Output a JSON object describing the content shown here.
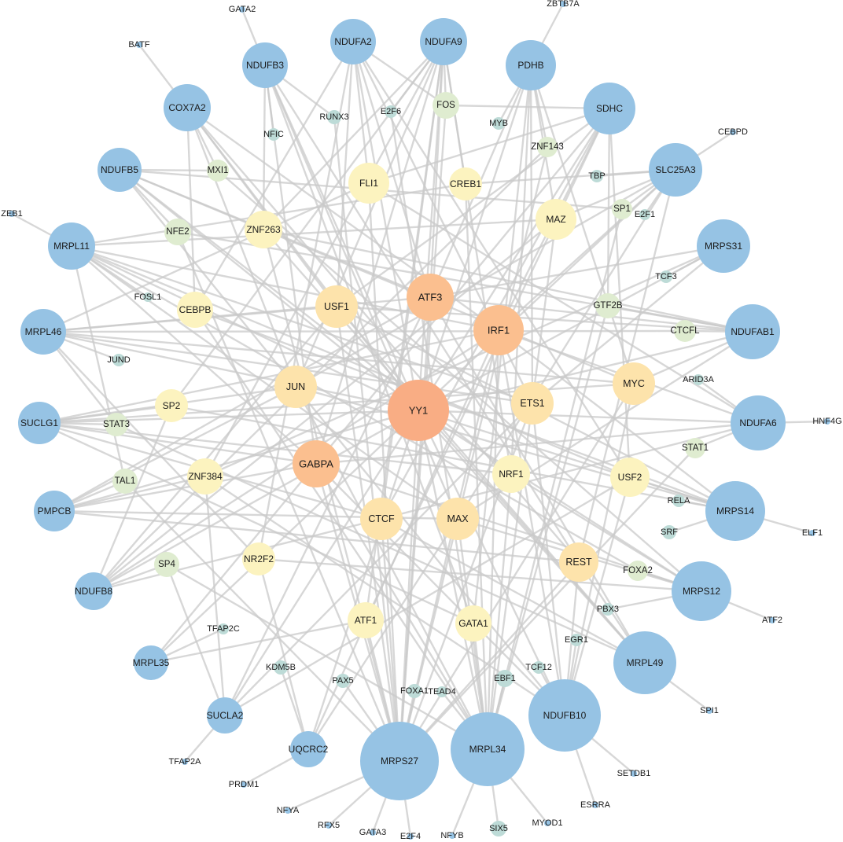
{
  "colors": {
    "background": "#ffffff",
    "edge": "#c9c9c9",
    "node_target": "#96c3e4",
    "node_tf_small": "#bddbd7",
    "node_tf_low": "#dfecd0",
    "node_tf_mid": "#fcf3bf",
    "node_tf_high": "#fde3ab",
    "node_tf_top": "#fbbf8f",
    "node_hub": "#f9ad84"
  },
  "nodes": [
    {
      "id": "YY1",
      "group": "hub"
    },
    {
      "id": "IRF1",
      "group": "tf_top"
    },
    {
      "id": "ATF3",
      "group": "tf_top"
    },
    {
      "id": "GABPA",
      "group": "tf_top"
    },
    {
      "id": "USF1",
      "group": "tf_high"
    },
    {
      "id": "JUN",
      "group": "tf_high"
    },
    {
      "id": "ETS1",
      "group": "tf_high"
    },
    {
      "id": "MAX",
      "group": "tf_high"
    },
    {
      "id": "CTCF",
      "group": "tf_high"
    },
    {
      "id": "MYC",
      "group": "tf_high"
    },
    {
      "id": "REST",
      "group": "tf_high"
    },
    {
      "id": "USF2",
      "group": "tf_mid"
    },
    {
      "id": "NRF1",
      "group": "tf_mid"
    },
    {
      "id": "FLI1",
      "group": "tf_mid"
    },
    {
      "id": "MAZ",
      "group": "tf_mid"
    },
    {
      "id": "ZNF263",
      "group": "tf_mid"
    },
    {
      "id": "CEBPB",
      "group": "tf_mid"
    },
    {
      "id": "ZNF384",
      "group": "tf_mid"
    },
    {
      "id": "ATF1",
      "group": "tf_mid"
    },
    {
      "id": "GATA1",
      "group": "tf_mid"
    },
    {
      "id": "NR2F2",
      "group": "tf_mid"
    },
    {
      "id": "SP2",
      "group": "tf_mid"
    },
    {
      "id": "CREB1",
      "group": "tf_mid"
    },
    {
      "id": "FOS",
      "group": "tf_low"
    },
    {
      "id": "NFE2",
      "group": "tf_low"
    },
    {
      "id": "SP4",
      "group": "tf_low"
    },
    {
      "id": "TAL1",
      "group": "tf_low"
    },
    {
      "id": "GTF2B",
      "group": "tf_low"
    },
    {
      "id": "STAT3",
      "group": "tf_low"
    },
    {
      "id": "MXI1",
      "group": "tf_low"
    },
    {
      "id": "SP1",
      "group": "tf_low"
    },
    {
      "id": "ZNF143",
      "group": "tf_low"
    },
    {
      "id": "CTCFL",
      "group": "tf_low"
    },
    {
      "id": "FOXA2",
      "group": "tf_low"
    },
    {
      "id": "STAT1",
      "group": "tf_low"
    },
    {
      "id": "RUNX3",
      "group": "tf_small"
    },
    {
      "id": "E2F6",
      "group": "tf_small"
    },
    {
      "id": "NFIC",
      "group": "tf_small"
    },
    {
      "id": "MYB",
      "group": "tf_small"
    },
    {
      "id": "TBP",
      "group": "tf_small"
    },
    {
      "id": "E2F1",
      "group": "tf_small"
    },
    {
      "id": "TCF3",
      "group": "tf_small"
    },
    {
      "id": "JUND",
      "group": "tf_small"
    },
    {
      "id": "FOSL1",
      "group": "tf_small"
    },
    {
      "id": "ARID3A",
      "group": "tf_small"
    },
    {
      "id": "RELA",
      "group": "tf_small"
    },
    {
      "id": "SRF",
      "group": "tf_small"
    },
    {
      "id": "PBX3",
      "group": "tf_small"
    },
    {
      "id": "EGR1",
      "group": "tf_small"
    },
    {
      "id": "TCF12",
      "group": "tf_small"
    },
    {
      "id": "EBF1",
      "group": "tf_small"
    },
    {
      "id": "TEAD4",
      "group": "tf_small"
    },
    {
      "id": "FOXA1",
      "group": "tf_small"
    },
    {
      "id": "PAX5",
      "group": "tf_small"
    },
    {
      "id": "KDM5B",
      "group": "tf_small"
    },
    {
      "id": "TFAP2C",
      "group": "tf_small"
    },
    {
      "id": "SIX5",
      "group": "tf_small"
    },
    {
      "id": "GATA2",
      "group": "tf_tiny"
    },
    {
      "id": "BATF",
      "group": "tf_tiny"
    },
    {
      "id": "ZBTB7A",
      "group": "tf_tiny"
    },
    {
      "id": "CEBPD",
      "group": "tf_tiny"
    },
    {
      "id": "ZEB1",
      "group": "tf_tiny"
    },
    {
      "id": "HNF4G",
      "group": "tf_tiny"
    },
    {
      "id": "ELF1",
      "group": "tf_tiny"
    },
    {
      "id": "ATF2",
      "group": "tf_tiny"
    },
    {
      "id": "SPI1",
      "group": "tf_tiny"
    },
    {
      "id": "SETDB1",
      "group": "tf_tiny"
    },
    {
      "id": "ESRRA",
      "group": "tf_tiny"
    },
    {
      "id": "MYOD1",
      "group": "tf_tiny"
    },
    {
      "id": "NFYB",
      "group": "tf_tiny"
    },
    {
      "id": "E2F4",
      "group": "tf_tiny"
    },
    {
      "id": "GATA3",
      "group": "tf_tiny"
    },
    {
      "id": "RFX5",
      "group": "tf_tiny"
    },
    {
      "id": "NFYA",
      "group": "tf_tiny"
    },
    {
      "id": "PRDM1",
      "group": "tf_tiny"
    },
    {
      "id": "TFAP2A",
      "group": "tf_tiny"
    },
    {
      "id": "NDUFB3",
      "group": "target"
    },
    {
      "id": "NDUFA2",
      "group": "target"
    },
    {
      "id": "NDUFA9",
      "group": "target"
    },
    {
      "id": "PDHB",
      "group": "target"
    },
    {
      "id": "SDHC",
      "group": "target"
    },
    {
      "id": "COX7A2",
      "group": "target"
    },
    {
      "id": "SLC25A3",
      "group": "target"
    },
    {
      "id": "NDUFB5",
      "group": "target"
    },
    {
      "id": "MRPS31",
      "group": "target"
    },
    {
      "id": "MRPL11",
      "group": "target"
    },
    {
      "id": "NDUFAB1",
      "group": "target"
    },
    {
      "id": "MRPL46",
      "group": "target"
    },
    {
      "id": "NDUFA6",
      "group": "target"
    },
    {
      "id": "SUCLG1",
      "group": "target"
    },
    {
      "id": "MRPS14",
      "group": "target"
    },
    {
      "id": "PMPCB",
      "group": "target"
    },
    {
      "id": "MRPS12",
      "group": "target"
    },
    {
      "id": "NDUFB8",
      "group": "target"
    },
    {
      "id": "MRPL49",
      "group": "target"
    },
    {
      "id": "MRPL35",
      "group": "target"
    },
    {
      "id": "NDUFB10",
      "group": "target"
    },
    {
      "id": "SUCLA2",
      "group": "target"
    },
    {
      "id": "MRPL34",
      "group": "target"
    },
    {
      "id": "UQCRC2",
      "group": "target"
    },
    {
      "id": "MRPS27",
      "group": "target"
    }
  ],
  "edges": [
    [
      "YY1",
      "NDUFA9"
    ],
    [
      "YY1",
      "MRPS27"
    ],
    [
      "YY1",
      "MRPL34"
    ],
    [
      "YY1",
      "NDUFB10"
    ],
    [
      "YY1",
      "MRPL49"
    ],
    [
      "YY1",
      "MRPS12"
    ],
    [
      "YY1",
      "MRPS14"
    ],
    [
      "YY1",
      "NDUFA6"
    ],
    [
      "YY1",
      "NDUFAB1"
    ],
    [
      "YY1",
      "MRPS31"
    ],
    [
      "YY1",
      "SLC25A3"
    ],
    [
      "YY1",
      "SDHC"
    ],
    [
      "YY1",
      "PDHB"
    ],
    [
      "YY1",
      "NDUFA2"
    ],
    [
      "YY1",
      "NDUFB3"
    ],
    [
      "YY1",
      "COX7A2"
    ],
    [
      "YY1",
      "NDUFB5"
    ],
    [
      "YY1",
      "MRPL11"
    ],
    [
      "YY1",
      "MRPL46"
    ],
    [
      "YY1",
      "SUCLG1"
    ],
    [
      "YY1",
      "PMPCB"
    ],
    [
      "YY1",
      "NDUFB8"
    ],
    [
      "YY1",
      "MRPL35"
    ],
    [
      "YY1",
      "SUCLA2"
    ],
    [
      "YY1",
      "UQCRC2"
    ],
    [
      "IRF1",
      "MRPL34"
    ],
    [
      "IRF1",
      "NDUFB10"
    ],
    [
      "IRF1",
      "MRPS27"
    ],
    [
      "IRF1",
      "SLC25A3"
    ],
    [
      "IRF1",
      "SDHC"
    ],
    [
      "IRF1",
      "COX7A2"
    ],
    [
      "IRF1",
      "MRPL11"
    ],
    [
      "IRF1",
      "NDUFA6"
    ],
    [
      "IRF1",
      "SUCLG1"
    ],
    [
      "IRF1",
      "MRPS14"
    ],
    [
      "IRF1",
      "NDUFB8"
    ],
    [
      "IRF1",
      "UQCRC2"
    ],
    [
      "ATF3",
      "NDUFA9"
    ],
    [
      "ATF3",
      "NDUFA2"
    ],
    [
      "ATF3",
      "MRPS27"
    ],
    [
      "ATF3",
      "MRPL49"
    ],
    [
      "ATF3",
      "MRPS31"
    ],
    [
      "ATF3",
      "NDUFB5"
    ],
    [
      "ATF3",
      "MRPL46"
    ],
    [
      "ATF3",
      "PMPCB"
    ],
    [
      "ATF3",
      "NDUFAB1"
    ],
    [
      "ATF3",
      "SUCLA2"
    ],
    [
      "ATF3",
      "PDHB"
    ],
    [
      "GABPA",
      "NDUFB3"
    ],
    [
      "GABPA",
      "MRPS27"
    ],
    [
      "GABPA",
      "MRPL34"
    ],
    [
      "GABPA",
      "NDUFB10"
    ],
    [
      "GABPA",
      "SUCLG1"
    ],
    [
      "GABPA",
      "PMPCB"
    ],
    [
      "GABPA",
      "NDUFA6"
    ],
    [
      "GABPA",
      "SDHC"
    ],
    [
      "GABPA",
      "MRPS12"
    ],
    [
      "GABPA",
      "MRPL11"
    ],
    [
      "GABPA",
      "NDUFA9"
    ],
    [
      "GABPA",
      "MRPL35"
    ],
    [
      "USF1",
      "NDUFA2"
    ],
    [
      "USF1",
      "SDHC"
    ],
    [
      "USF1",
      "MRPS27"
    ],
    [
      "USF1",
      "NDUFB8"
    ],
    [
      "USF1",
      "MRPL46"
    ],
    [
      "USF1",
      "NDUFAB1"
    ],
    [
      "USF1",
      "MRPL49"
    ],
    [
      "USF1",
      "COX7A2"
    ],
    [
      "USF1",
      "MRPS14"
    ],
    [
      "JUN",
      "COX7A2"
    ],
    [
      "JUN",
      "SUCLG1"
    ],
    [
      "JUN",
      "MRPS14"
    ],
    [
      "JUN",
      "NDUFA9"
    ],
    [
      "JUN",
      "MRPL34"
    ],
    [
      "JUN",
      "NDUFB10"
    ],
    [
      "JUN",
      "SLC25A3"
    ],
    [
      "JUN",
      "NDUFB5"
    ],
    [
      "JUN",
      "PMPCB"
    ],
    [
      "ETS1",
      "PDHB"
    ],
    [
      "ETS1",
      "MRPS27"
    ],
    [
      "ETS1",
      "MRPL46"
    ],
    [
      "ETS1",
      "NDUFB10"
    ],
    [
      "ETS1",
      "MRPS31"
    ],
    [
      "ETS1",
      "NDUFA2"
    ],
    [
      "ETS1",
      "MRPL11"
    ],
    [
      "ETS1",
      "SUCLA2"
    ],
    [
      "MAX",
      "NDUFB3"
    ],
    [
      "MAX",
      "MRPS12"
    ],
    [
      "MAX",
      "PMPCB"
    ],
    [
      "MAX",
      "MRPL34"
    ],
    [
      "MAX",
      "SLC25A3"
    ],
    [
      "MAX",
      "MRPL11"
    ],
    [
      "MAX",
      "NDUFAB1"
    ],
    [
      "MAX",
      "UQCRC2"
    ],
    [
      "CTCF",
      "NDUFA9"
    ],
    [
      "CTCF",
      "MRPS27"
    ],
    [
      "CTCF",
      "MRPL49"
    ],
    [
      "CTCF",
      "SUCLG1"
    ],
    [
      "CTCF",
      "NDUFB8"
    ],
    [
      "CTCF",
      "NDUFA6"
    ],
    [
      "CTCF",
      "SDHC"
    ],
    [
      "MYC",
      "NDUFB5"
    ],
    [
      "MYC",
      "MRPL46"
    ],
    [
      "MYC",
      "MRPS27"
    ],
    [
      "MYC",
      "PDHB"
    ],
    [
      "MYC",
      "NDUFB10"
    ],
    [
      "MYC",
      "SUCLG1"
    ],
    [
      "MYC",
      "NDUFAB1"
    ],
    [
      "REST",
      "COX7A2"
    ],
    [
      "REST",
      "MRPL49"
    ],
    [
      "REST",
      "MRPS27"
    ],
    [
      "REST",
      "NDUFB10"
    ],
    [
      "REST",
      "SLC25A3"
    ],
    [
      "REST",
      "NDUFB3"
    ],
    [
      "REST",
      "PMPCB"
    ],
    [
      "USF2",
      "NDUFB10"
    ],
    [
      "USF2",
      "MRPS14"
    ],
    [
      "USF2",
      "NDUFA2"
    ],
    [
      "USF2",
      "MRPL11"
    ],
    [
      "USF2",
      "SUCLA2"
    ],
    [
      "USF2",
      "SDHC"
    ],
    [
      "NRF1",
      "NDUFA9"
    ],
    [
      "NRF1",
      "MRPS12"
    ],
    [
      "NRF1",
      "MRPL34"
    ],
    [
      "NRF1",
      "NDUFB5"
    ],
    [
      "NRF1",
      "SUCLG1"
    ],
    [
      "NRF1",
      "PDHB"
    ],
    [
      "FLI1",
      "NDUFA2"
    ],
    [
      "FLI1",
      "MRPS27"
    ],
    [
      "FLI1",
      "NDUFA6"
    ],
    [
      "FLI1",
      "MRPL46"
    ],
    [
      "FLI1",
      "SDHC"
    ],
    [
      "MAZ",
      "PDHB"
    ],
    [
      "MAZ",
      "MRPL34"
    ],
    [
      "MAZ",
      "NDUFB8"
    ],
    [
      "MAZ",
      "SLC25A3"
    ],
    [
      "MAZ",
      "MRPL11"
    ],
    [
      "ZNF263",
      "NDUFB3"
    ],
    [
      "ZNF263",
      "MRPS27"
    ],
    [
      "ZNF263",
      "MRPL49"
    ],
    [
      "ZNF263",
      "NDUFAB1"
    ],
    [
      "ZNF263",
      "NDUFA9"
    ],
    [
      "CEBPB",
      "COX7A2"
    ],
    [
      "CEBPB",
      "MRPS14"
    ],
    [
      "CEBPB",
      "MRPL34"
    ],
    [
      "CEBPB",
      "NDUFA2"
    ],
    [
      "ZNF384",
      "PMPCB"
    ],
    [
      "ZNF384",
      "NDUFA9"
    ],
    [
      "ZNF384",
      "NDUFB10"
    ],
    [
      "ZNF384",
      "MRPS31"
    ],
    [
      "ZNF384",
      "SUCLA2"
    ],
    [
      "ATF1",
      "MRPS27"
    ],
    [
      "ATF1",
      "NDUFA9"
    ],
    [
      "ATF1",
      "SDHC"
    ],
    [
      "ATF1",
      "MRPL35"
    ],
    [
      "GATA1",
      "MRPL34"
    ],
    [
      "GATA1",
      "PDHB"
    ],
    [
      "GATA1",
      "NDUFB3"
    ],
    [
      "GATA1",
      "SUCLG1"
    ],
    [
      "NR2F2",
      "UQCRC2"
    ],
    [
      "NR2F2",
      "NDUFA2"
    ],
    [
      "NR2F2",
      "MRPS12"
    ],
    [
      "NR2F2",
      "MRPL46"
    ],
    [
      "SP2",
      "SUCLG1"
    ],
    [
      "SP2",
      "MRPS14"
    ],
    [
      "SP2",
      "NDUFA9"
    ],
    [
      "SP2",
      "NDUFB8"
    ],
    [
      "CREB1",
      "NDUFA9"
    ],
    [
      "CREB1",
      "MRPL34"
    ],
    [
      "CREB1",
      "SLC25A3"
    ],
    [
      "CREB1",
      "MRPL11"
    ],
    [
      "FOS",
      "NDUFA9"
    ],
    [
      "FOS",
      "NDUFA2"
    ],
    [
      "FOS",
      "MRPS27"
    ],
    [
      "FOS",
      "SDHC"
    ],
    [
      "NFE2",
      "NDUFB5"
    ],
    [
      "NFE2",
      "MRPS27"
    ],
    [
      "NFE2",
      "NDUFAB1"
    ],
    [
      "SP4",
      "NDUFB8"
    ],
    [
      "SP4",
      "MRPL34"
    ],
    [
      "SP4",
      "SUCLA2"
    ],
    [
      "TAL1",
      "PMPCB"
    ],
    [
      "TAL1",
      "MRPS27"
    ],
    [
      "TAL1",
      "MRPL11"
    ],
    [
      "GTF2B",
      "NDUFAB1"
    ],
    [
      "GTF2B",
      "MRPL34"
    ],
    [
      "GTF2B",
      "SDHC"
    ],
    [
      "STAT3",
      "SUCLG1"
    ],
    [
      "STAT3",
      "MRPL46"
    ],
    [
      "STAT3",
      "MRPL49"
    ],
    [
      "MXI1",
      "COX7A2"
    ],
    [
      "MXI1",
      "NDUFB5"
    ],
    [
      "MXI1",
      "MRPS12"
    ],
    [
      "SP1",
      "SLC25A3"
    ],
    [
      "SP1",
      "MRPL34"
    ],
    [
      "SP1",
      "NDUFB5"
    ],
    [
      "ZNF143",
      "PDHB"
    ],
    [
      "ZNF143",
      "MRPS27"
    ],
    [
      "ZNF143",
      "NDUFB8"
    ],
    [
      "CTCFL",
      "NDUFAB1"
    ],
    [
      "CTCFL",
      "MRPL46"
    ],
    [
      "FOXA2",
      "MRPS12"
    ],
    [
      "FOXA2",
      "MRPL11"
    ],
    [
      "STAT1",
      "NDUFA6"
    ],
    [
      "STAT1",
      "MRPS27"
    ],
    [
      "RUNX3",
      "NDUFB3"
    ],
    [
      "RUNX3",
      "MRPS27"
    ],
    [
      "E2F6",
      "NDUFA9"
    ],
    [
      "E2F6",
      "MRPL34"
    ],
    [
      "NFIC",
      "NDUFB3"
    ],
    [
      "MYB",
      "PDHB"
    ],
    [
      "TBP",
      "SLC25A3"
    ],
    [
      "E2F1",
      "SLC25A3"
    ],
    [
      "TCF3",
      "MRPS31"
    ],
    [
      "JUND",
      "MRPL46"
    ],
    [
      "FOSL1",
      "MRPL11"
    ],
    [
      "ARID3A",
      "NDUFA6"
    ],
    [
      "RELA",
      "MRPS14"
    ],
    [
      "SRF",
      "MRPS14"
    ],
    [
      "PBX3",
      "MRPS12"
    ],
    [
      "EGR1",
      "NDUFB10"
    ],
    [
      "TCF12",
      "NDUFB10"
    ],
    [
      "EBF1",
      "MRPL34"
    ],
    [
      "TEAD4",
      "MRPL34"
    ],
    [
      "FOXA1",
      "MRPS27"
    ],
    [
      "PAX5",
      "MRPS27"
    ],
    [
      "KDM5B",
      "UQCRC2"
    ],
    [
      "TFAP2C",
      "MRPL35"
    ],
    [
      "SIX5",
      "MRPL34"
    ],
    [
      "GATA2",
      "NDUFB3"
    ],
    [
      "BATF",
      "COX7A2"
    ],
    [
      "ZBTB7A",
      "PDHB"
    ],
    [
      "CEBPD",
      "SLC25A3"
    ],
    [
      "ZEB1",
      "MRPL11"
    ],
    [
      "HNF4G",
      "NDUFA6"
    ],
    [
      "ELF1",
      "MRPS14"
    ],
    [
      "ATF2",
      "MRPS12"
    ],
    [
      "SPI1",
      "MRPL49"
    ],
    [
      "SETDB1",
      "NDUFB10"
    ],
    [
      "ESRRA",
      "NDUFB10"
    ],
    [
      "MYOD1",
      "MRPL34"
    ],
    [
      "NFYB",
      "MRPL34"
    ],
    [
      "E2F4",
      "MRPS27"
    ],
    [
      "GATA3",
      "MRPS27"
    ],
    [
      "RFX5",
      "MRPS27"
    ],
    [
      "NFYA",
      "MRPS27"
    ],
    [
      "PRDM1",
      "UQCRC2"
    ],
    [
      "TFAP2A",
      "SUCLA2"
    ]
  ]
}
